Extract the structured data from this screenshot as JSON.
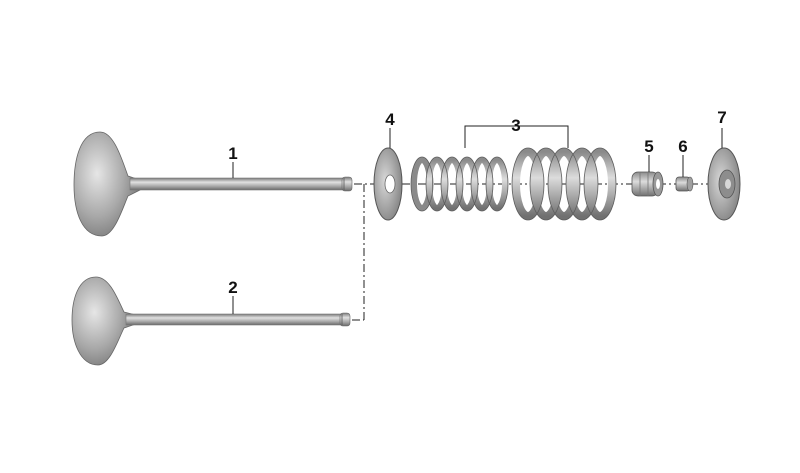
{
  "diagram": {
    "callouts": [
      {
        "id": "1",
        "label": "1"
      },
      {
        "id": "2",
        "label": "2"
      },
      {
        "id": "3",
        "label": "3"
      },
      {
        "id": "4",
        "label": "4"
      },
      {
        "id": "5",
        "label": "5"
      },
      {
        "id": "6",
        "label": "6"
      },
      {
        "id": "7",
        "label": "7"
      }
    ],
    "colors": {
      "metal_dark": "#6e6e6e",
      "metal_mid": "#a6a6a6",
      "metal_light": "#e2e2e2",
      "line": "#222222"
    }
  }
}
